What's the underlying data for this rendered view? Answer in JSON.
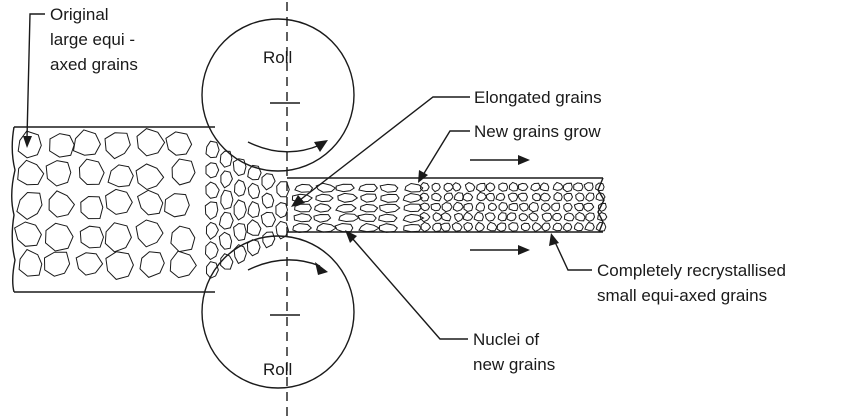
{
  "labels": {
    "original": [
      "Original",
      "large equi -",
      "axed grains"
    ],
    "roll_top": "Roll",
    "roll_bottom": "Roll",
    "elongated": "Elongated grains",
    "new_grow": "New grains grow",
    "recryst": [
      "Completely recrystallised",
      "small equi-axed grains"
    ],
    "nuclei": [
      "Nuclei of",
      "new grains"
    ]
  },
  "colors": {
    "ink": "#1a1a1a",
    "background": "#ffffff"
  }
}
